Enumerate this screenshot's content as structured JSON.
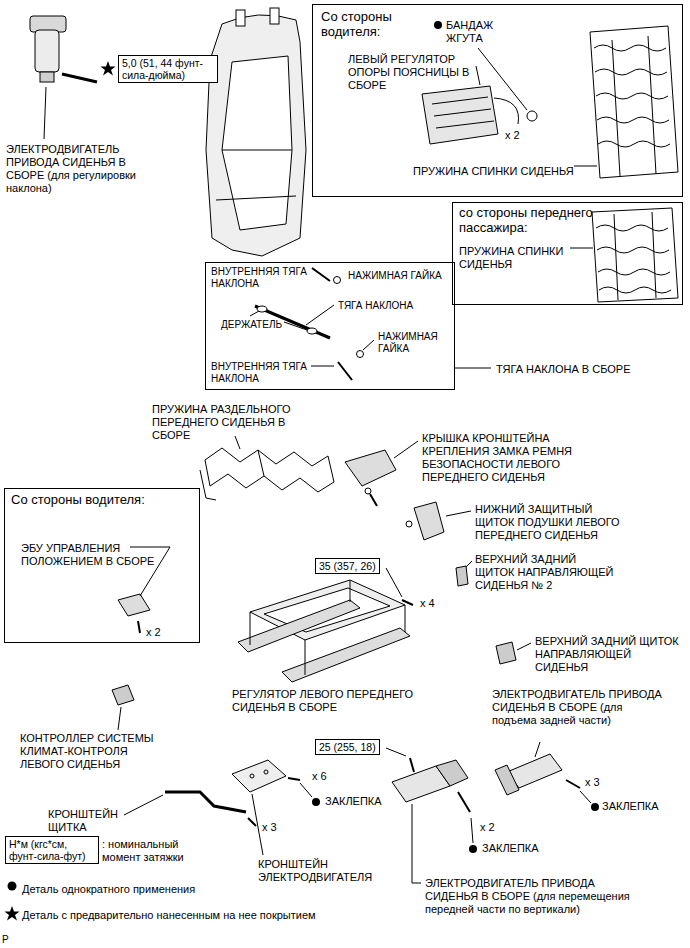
{
  "diagram": {
    "nodes": [
      {
        "text": [
          "Со стороны водителя:",
          "БАНДАЖ ЖГУТА",
          "ЛЕВЫЙ РЕГУЛЯТОР ОПОРЫ ПОЯСНИЦЫ В СБОРЕ",
          "x 2",
          "ПРУЖИНА СПИНКИ СИДЕНЬЯ"
        ]
      },
      {
        "text": [
          "5,0 (51, 44 фунт-сила-дюйма)"
        ]
      },
      {
        "text": [
          "со стороны переднего пассажира:",
          "ПРУЖИНА СПИНКИ СИДЕНЬЯ"
        ]
      },
      {
        "text": [
          "ВНУТРЕННЯЯ ТЯГА НАКЛОНА",
          "НАЖИМНАЯ ГАЙКА",
          "ТЯГА НАКЛОНА",
          "ДЕРЖАТЕЛЬ",
          "НАЖИМНАЯ ГАЙКА",
          "ВНУТРЕННЯЯ ТЯГА НАКЛОНА",
          "ТЯГА НАКЛОНА В СБОРЕ"
        ]
      },
      {
        "text": [
          "Со стороны водителя:",
          "ЭБУ УПРАВЛЕНИЯ ПОЛОЖЕНИЕМ В СБОРЕ",
          "x 2"
        ]
      },
      {
        "text": [
          "35 (357, 26)"
        ]
      },
      {
        "text": [
          "25 (255, 18)"
        ]
      },
      {
        "text": [
          "Н*м (кгс*см, фунт-сила-фут)",
          ": номинальный момент затяжки"
        ]
      }
    ],
    "labels": [
      "ЭЛЕКТРОДВИГАТЕЛЬ ПРИВОДА СИДЕНЬЯ В СБОРЕ (для регулировки наклона)",
      "ПРУЖИНА РАЗДЕЛЬНОГО ПЕРЕДНЕГО СИДЕНЬЯ В СБОРЕ",
      "КРЫШКА КРОНШТЕЙНА КРЕПЛЕНИЯ ЗАМКА РЕМНЯ БЕЗОПАСНОСТИ ЛЕВОГО ПЕРЕДНЕГО СИДЕНЬЯ",
      "НИЖНИЙ ЗАЩИТНЫЙ ЩИТОК ПОДУШКИ ЛЕВОГО ПЕРЕДНЕГО СИДЕНЬЯ",
      "ВЕРХНИЙ ЗАДНИЙ ЩИТОК НАПРАВЛЯЮЩЕЙ СИДЕНЬЯ № 2",
      "x 4",
      "ВЕРХНИЙ ЗАДНИЙ ЩИТОК НАПРАВЛЯЮЩЕЙ СИДЕНЬЯ",
      "РЕГУЛЯТОР ЛЕВОГО ПЕРЕДНЕГО СИДЕНЬЯ В СБОРЕ",
      "ЭЛЕКТРОДВИГАТЕЛЬ ПРИВОДА СИДЕНЬЯ В СБОРЕ (для подъема задней части)",
      "КОНТРОЛЛЕР СИСТЕМЫ КЛИМАТ-КОНТРОЛЯ ЛЕВОГО СИДЕНЬЯ",
      "x 6",
      "x 3",
      "ЗАКЛЕПКА",
      "ЗАКЛЕПКА",
      "КРОНШТЕЙН ЩИТКА",
      "x 3",
      "x 2",
      "ЗАКЛЕПКА",
      "КРОНШТЕЙН ЭЛЕКТРОДВИГАТЕЛЯ",
      "ЭЛЕКТРОДВИГАТЕЛЬ ПРИВОДА СИДЕНЬЯ В СБОРЕ (для перемещения передней части по вертикали)",
      "P"
    ],
    "legend": [
      {
        "text": "Деталь однократного применения"
      },
      {
        "text": "Деталь с предварительно нанесенным на нее покрытием"
      }
    ]
  }
}
